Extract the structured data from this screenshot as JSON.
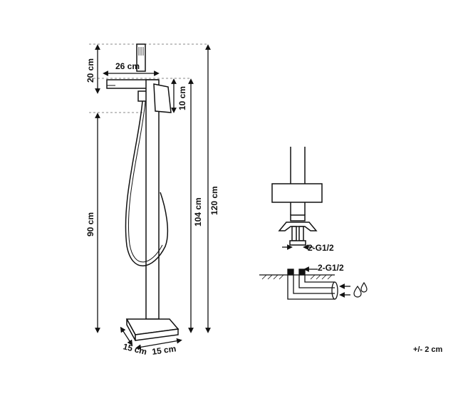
{
  "dimensions": {
    "handset_height": "20 cm",
    "spout_reach": "26 cm",
    "mixer_height": "10 cm",
    "column_height": "90 cm",
    "spout_height": "104 cm",
    "total_height": "120 cm",
    "base_width": "15 cm",
    "base_depth": "15 cm"
  },
  "connections": {
    "inlet_label_top": "2-G1/2",
    "inlet_label_bottom": "2-G1/2"
  },
  "icons": [
    "arrow-icon",
    "water-drops-icon"
  ],
  "tolerance": "+/- 2 cm"
}
